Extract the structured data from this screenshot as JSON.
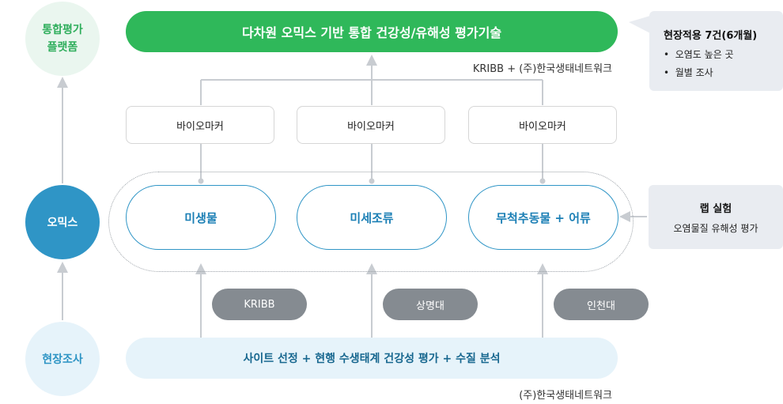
{
  "stages": {
    "top_line1": "통합평가",
    "top_line2": "플랫폼",
    "middle": "오믹스",
    "bottom": "현장조사"
  },
  "top_bar": {
    "title": "다차원 오믹스 기반 통합 건강성/유해성 평가기술",
    "credit": "KRIBB + (주)한국생태네트워크"
  },
  "callout_field": {
    "title": "현장적용 7건(6개월)",
    "bullets": [
      "오염도 높은 곳",
      "월별 조사"
    ]
  },
  "biomarkers": [
    "바이오마커",
    "바이오마커",
    "바이오마커"
  ],
  "organisms": [
    "미생물",
    "미세조류",
    "무척추동물 + 어류"
  ],
  "callout_lab": {
    "title": "랩 실험",
    "text": "오염물질 유해성 평가"
  },
  "institutions": [
    "KRIBB",
    "상명대",
    "인천대"
  ],
  "bottom_bar": {
    "title": "사이트 선정 + 현행 수생태계 건강성 평가 + 수질 분석",
    "credit": "(주)한국생태네트워크"
  },
  "colors": {
    "green": "#2fb85a",
    "blue": "#2f95c6",
    "gray": "#858b91",
    "connector": "#c8ccd1"
  }
}
